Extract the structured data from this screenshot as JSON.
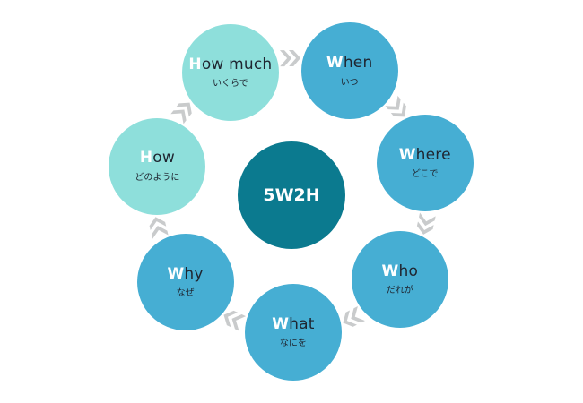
{
  "center": {
    "label": "5W2H",
    "color": "#0b7a8f"
  },
  "arrow_color": "#c9cbcc",
  "nodes": [
    {
      "initial": "W",
      "rest": "hen",
      "sub": "いつ",
      "color": "#46aed3"
    },
    {
      "initial": "W",
      "rest": "here",
      "sub": "どこで",
      "color": "#46aed3"
    },
    {
      "initial": "W",
      "rest": "ho",
      "sub": "だれが",
      "color": "#46aed3"
    },
    {
      "initial": "W",
      "rest": "hat",
      "sub": "なにを",
      "color": "#46aed3"
    },
    {
      "initial": "W",
      "rest": "hy",
      "sub": "なぜ",
      "color": "#46aed3"
    },
    {
      "initial": "H",
      "rest": "ow",
      "sub": "どのように",
      "color": "#8edfdb"
    },
    {
      "initial": "H",
      "rest": "ow much",
      "sub": "いくらで",
      "color": "#8edfdb"
    }
  ]
}
